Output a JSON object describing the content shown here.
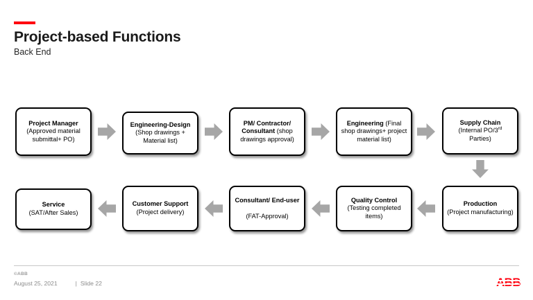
{
  "slide": {
    "title": "Project-based Functions",
    "subtitle": "Back End",
    "accent_color": "#ff000f",
    "arrow_color": "#a6a6a6"
  },
  "flow": {
    "row1": [
      {
        "title": "Project Manager",
        "detail": "(Approved material submittal+ PO)"
      },
      {
        "title": "Engineering-Design",
        "detail": "(Shop drawings + Material list)"
      },
      {
        "title": "PM/ Contractor/ Consultant",
        "detail": " (shop drawings approval)"
      },
      {
        "title": "Engineering",
        "detail": " (Final shop drawings+ project material list)"
      },
      {
        "title": "Supply Chain",
        "detail": "(Internal PO/3rd Parties)"
      }
    ],
    "row2": [
      {
        "title": "Service",
        "detail": "(SAT/After Sales)"
      },
      {
        "title": "Customer Support",
        "detail": " (Project delivery)"
      },
      {
        "title": "Consultant/ End-user",
        "detail": "(FAT-Approval)"
      },
      {
        "title": "Quality Control",
        "detail": "(Testing completed items)"
      },
      {
        "title": "Production",
        "detail": "(Project manufacturing)"
      }
    ]
  },
  "footer": {
    "copyright": "©ABB",
    "date": "August 25, 2021",
    "separator": "|",
    "slide_number": "Slide 22",
    "logo": "ABB"
  }
}
